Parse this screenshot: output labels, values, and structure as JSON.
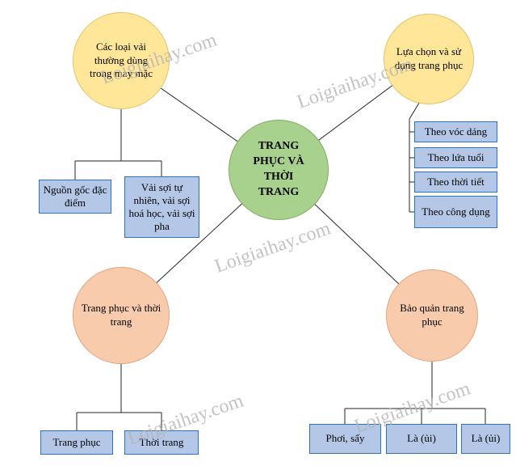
{
  "watermark": "Loigiaihay.com",
  "diagram": {
    "center": "TRANG PHỤC VÀ THỜI TRANG",
    "top_left": {
      "label": "Các loại vải thường dùng trong may mặc",
      "children": [
        "Nguồn gốc đặc điểm",
        "Vải sợi tự nhiên, vải sợi hoá học, vải sợi pha"
      ]
    },
    "top_right": {
      "label": "Lựa chọn và sử dụng trang phục",
      "children": [
        "Theo vóc dáng",
        "Theo lứa tuổi",
        "Theo thời tiết",
        "Theo công dụng"
      ]
    },
    "bottom_left": {
      "label": "Trang phục và thời trang",
      "children": [
        "Trang phục",
        "Thời trang"
      ]
    },
    "bottom_right": {
      "label": "Bảo quản trang phục",
      "children": [
        "Phơi, sấy",
        "Là (ủi)",
        "Là (ủi)"
      ]
    },
    "colors": {
      "central_topic": "#a9d18e",
      "top_branches": "#ffe699",
      "bottom_branches": "#f8cbad",
      "child_box_fill": "#b4c7e7",
      "child_box_border": "#2e74b5",
      "connector": "#262626",
      "watermark": "#b5b5b5"
    }
  }
}
